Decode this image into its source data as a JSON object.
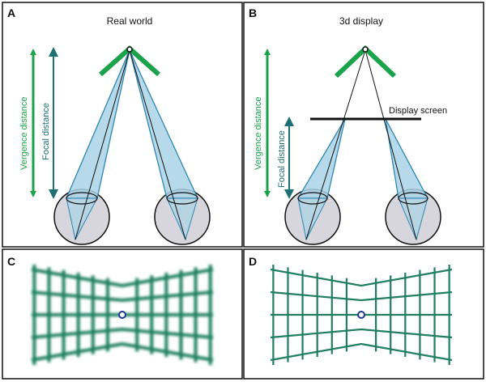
{
  "panels": {
    "a": {
      "label": "A",
      "title": "Real world"
    },
    "b": {
      "label": "B",
      "title": "3d display"
    },
    "c": {
      "label": "C"
    },
    "d": {
      "label": "D"
    }
  },
  "labels": {
    "vergence_distance": "Vergence distance",
    "focal_distance": "Focal distance",
    "display_screen": "Display screen"
  },
  "colors": {
    "vergence": "#1aa34a",
    "focal": "#1c6f74",
    "cone_fill": "#a9d3e6",
    "cone_stroke": "#2d86b3",
    "eyeball": "#d6d6dc",
    "grid": "#1f7f5e",
    "fixation": "#1b3a8f"
  }
}
